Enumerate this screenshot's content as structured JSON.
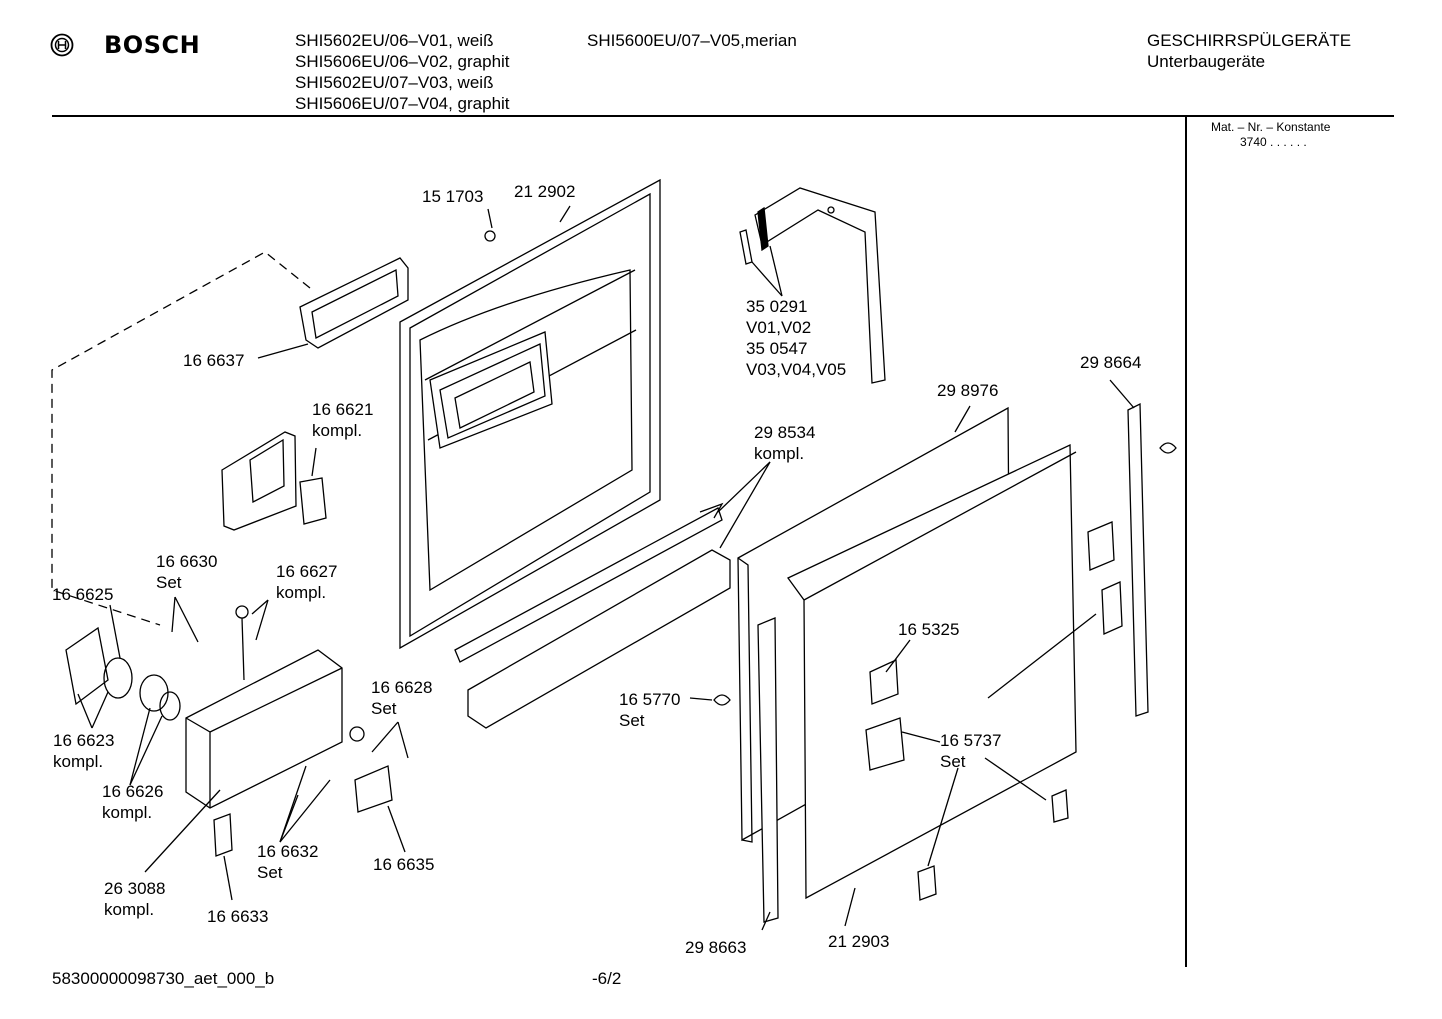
{
  "header": {
    "brand": "BOSCH",
    "models_col1": [
      "SHI5602EU/06–V01, weiß",
      "SHI5606EU/06–V02, graphit",
      "SHI5602EU/07–V03, weiß",
      "SHI5606EU/07–V04, graphit"
    ],
    "models_col2": [
      "SHI5600EU/07–V05,merian"
    ],
    "category": "GESCHIRRSPÜLGERÄTE",
    "subcategory": "Unterbaugeräte"
  },
  "side_panel": {
    "label": "Mat. – Nr. – Konstante",
    "value": "3740 .  .  .  .  .  ."
  },
  "parts": [
    {
      "id": "p151703",
      "lines": [
        "15 1703"
      ]
    },
    {
      "id": "p212902",
      "lines": [
        "21 2902"
      ]
    },
    {
      "id": "p350291",
      "lines": [
        "35 0291",
        "V01,V02",
        "35 0547",
        "V03,V04,V05"
      ]
    },
    {
      "id": "p298664",
      "lines": [
        "29 8664"
      ]
    },
    {
      "id": "p298976",
      "lines": [
        "29 8976"
      ]
    },
    {
      "id": "p166637",
      "lines": [
        "16 6637"
      ]
    },
    {
      "id": "p166621",
      "lines": [
        "16 6621",
        "kompl."
      ]
    },
    {
      "id": "p298534",
      "lines": [
        "29 8534",
        "kompl."
      ]
    },
    {
      "id": "p166630",
      "lines": [
        "16 6630",
        "Set"
      ]
    },
    {
      "id": "p166627",
      "lines": [
        "16 6627",
        "kompl."
      ]
    },
    {
      "id": "p166625",
      "lines": [
        "16 6625"
      ]
    },
    {
      "id": "p165325",
      "lines": [
        "16 5325"
      ]
    },
    {
      "id": "p166628",
      "lines": [
        "16 6628",
        "Set"
      ]
    },
    {
      "id": "p165770",
      "lines": [
        "16 5770",
        "Set"
      ]
    },
    {
      "id": "p166623",
      "lines": [
        "16 6623",
        "kompl."
      ]
    },
    {
      "id": "p165737",
      "lines": [
        "16 5737",
        "Set"
      ]
    },
    {
      "id": "p166626",
      "lines": [
        "16 6626",
        "kompl."
      ]
    },
    {
      "id": "p166632",
      "lines": [
        "16 6632",
        "Set"
      ]
    },
    {
      "id": "p166635",
      "lines": [
        "16 6635"
      ]
    },
    {
      "id": "p263088",
      "lines": [
        "26 3088",
        "kompl."
      ]
    },
    {
      "id": "p166633",
      "lines": [
        "16 6633"
      ]
    },
    {
      "id": "p298663",
      "lines": [
        "29 8663"
      ]
    },
    {
      "id": "p212903",
      "lines": [
        "21 2903"
      ]
    }
  ],
  "footer": {
    "doc_id": "58300000098730_aet_000_b",
    "page": "-6/2"
  }
}
